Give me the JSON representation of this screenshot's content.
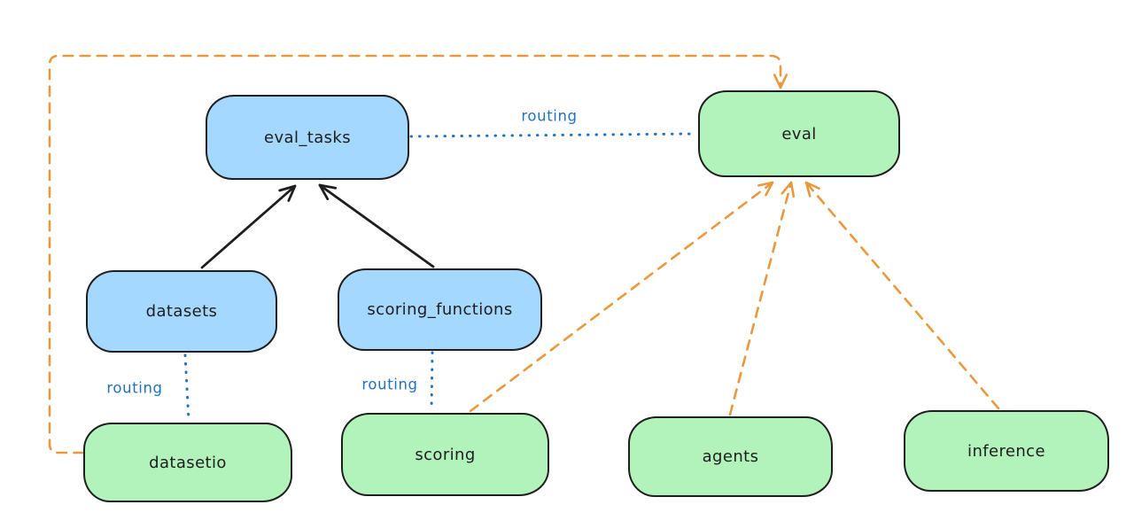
{
  "diagram": {
    "title": "",
    "nodes": [
      {
        "id": "eval_tasks",
        "label": "eval_tasks",
        "kind": "resource",
        "fill": "#a5d8ff"
      },
      {
        "id": "eval",
        "label": "eval",
        "kind": "api",
        "fill": "#b2f2bb"
      },
      {
        "id": "datasets",
        "label": "datasets",
        "kind": "resource",
        "fill": "#a5d8ff"
      },
      {
        "id": "scoring_functions",
        "label": "scoring_functions",
        "kind": "resource",
        "fill": "#a5d8ff"
      },
      {
        "id": "datasetio",
        "label": "datasetio",
        "kind": "api",
        "fill": "#b2f2bb"
      },
      {
        "id": "scoring",
        "label": "scoring",
        "kind": "api",
        "fill": "#b2f2bb"
      },
      {
        "id": "agents",
        "label": "agents",
        "kind": "api",
        "fill": "#b2f2bb"
      },
      {
        "id": "inference",
        "label": "inference",
        "kind": "api",
        "fill": "#b2f2bb"
      }
    ],
    "edges": [
      {
        "from": "datasets",
        "to": "eval_tasks",
        "style": "solid",
        "color": "#1e1e1e",
        "arrow": true,
        "label": ""
      },
      {
        "from": "scoring_functions",
        "to": "eval_tasks",
        "style": "solid",
        "color": "#1e1e1e",
        "arrow": true,
        "label": ""
      },
      {
        "from": "eval_tasks",
        "to": "eval",
        "style": "dotted",
        "color": "#2272c3",
        "arrow": false,
        "label": "routing"
      },
      {
        "from": "datasets",
        "to": "datasetio",
        "style": "dotted",
        "color": "#2272c3",
        "arrow": false,
        "label": "routing"
      },
      {
        "from": "scoring_functions",
        "to": "scoring",
        "style": "dotted",
        "color": "#2272c3",
        "arrow": false,
        "label": "routing"
      },
      {
        "from": "datasetio",
        "to": "eval",
        "style": "dashed",
        "color": "#e8993e",
        "arrow": true,
        "label": ""
      },
      {
        "from": "scoring",
        "to": "eval",
        "style": "dashed",
        "color": "#e8993e",
        "arrow": true,
        "label": ""
      },
      {
        "from": "agents",
        "to": "eval",
        "style": "dashed",
        "color": "#e8993e",
        "arrow": true,
        "label": ""
      },
      {
        "from": "inference",
        "to": "eval",
        "style": "dashed",
        "color": "#e8993e",
        "arrow": true,
        "label": ""
      }
    ],
    "colors": {
      "resource_fill": "#a5d8ff",
      "api_fill": "#b2f2bb",
      "stroke": "#1e1e1e",
      "routing_blue": "#2272c3",
      "provider_orange": "#e8993e",
      "background": "#ffffff"
    }
  }
}
